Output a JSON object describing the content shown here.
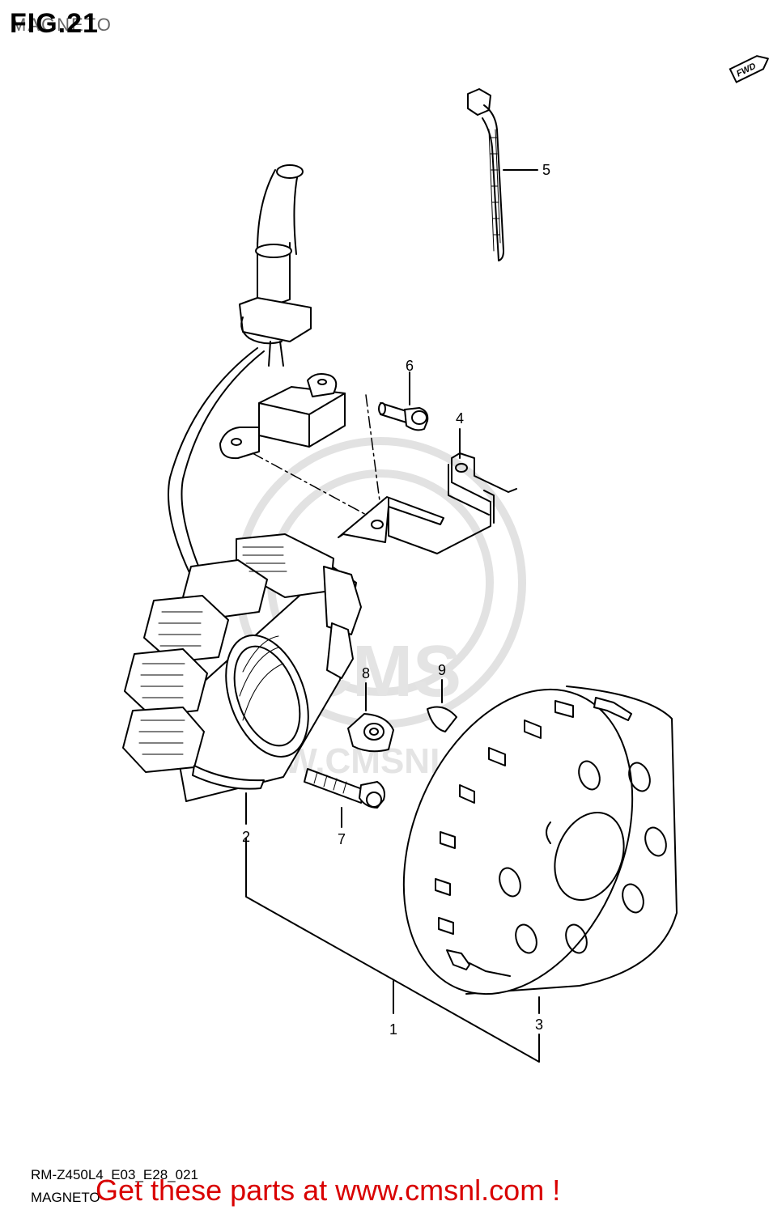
{
  "header": {
    "title": "FIG.21",
    "subtitle": "MAGNETO"
  },
  "direction_badge": "FWD",
  "callouts": {
    "c1": "1",
    "c2": "2",
    "c3": "3",
    "c4": "4",
    "c5": "5",
    "c6": "6",
    "c7": "7",
    "c8": "8",
    "c9": "9"
  },
  "footer": {
    "model_code": "RM-Z450L4_E03_E28_021",
    "title": "MAGNETO",
    "cta": "Get these parts at www.cmsnl.com !"
  },
  "watermark": {
    "brand": "CMS",
    "url": "WWW.CMSNL.COM"
  },
  "colors": {
    "line": "#000000",
    "cta": "#d90000",
    "watermark": "#dddddd"
  }
}
